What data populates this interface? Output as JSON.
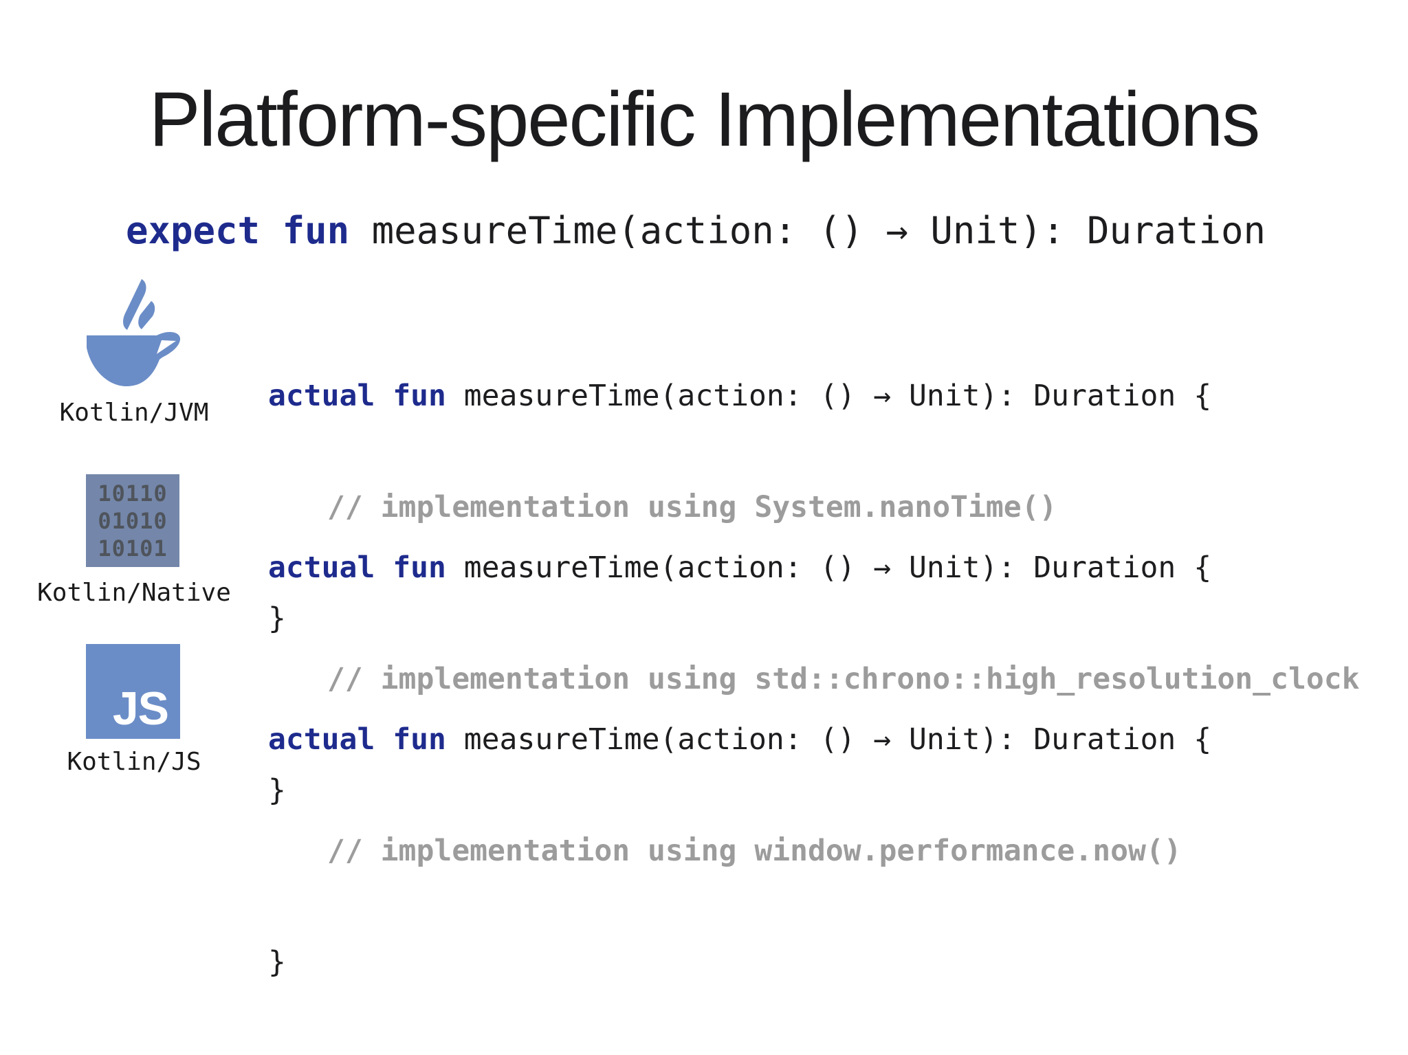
{
  "slide": {
    "title": "Platform-specific Implementations",
    "expect_declaration": {
      "keywords": "expect fun",
      "signature": " measureTime(action: () → Unit): Duration"
    },
    "platforms": [
      {
        "name": "Kotlin/JVM",
        "icon": "coffee-cup-icon",
        "code_keywords": "actual fun",
        "code_signature": " measureTime(action: () → Unit): Duration {",
        "code_comment": "// implementation using System.nanoTime()",
        "code_close": "}"
      },
      {
        "name": "Kotlin/Native",
        "icon": "binary-code-icon",
        "icon_lines": [
          "10110",
          "01010",
          "10101"
        ],
        "code_keywords": "actual fun",
        "code_signature": " measureTime(action: () → Unit): Duration {",
        "code_comment": "// implementation using std::chrono::high_resolution_clock",
        "code_close": "}"
      },
      {
        "name": "Kotlin/JS",
        "icon": "js-logo-icon",
        "icon_text": "JS",
        "code_keywords": "actual fun",
        "code_signature": " measureTime(action: () → Unit): Duration {",
        "code_comment": "// implementation using window.performance.now()",
        "code_close": "}"
      }
    ],
    "colors": {
      "keyword_blue": "#1e2b8d",
      "code_text": "#1d1d1f",
      "comment_gray": "#9c9c9c",
      "icon_blue": "#6b8dc7",
      "native_square_blue": "#7487aa",
      "native_digits_gray": "#4f545c",
      "js_text_white": "#ffffff"
    }
  }
}
